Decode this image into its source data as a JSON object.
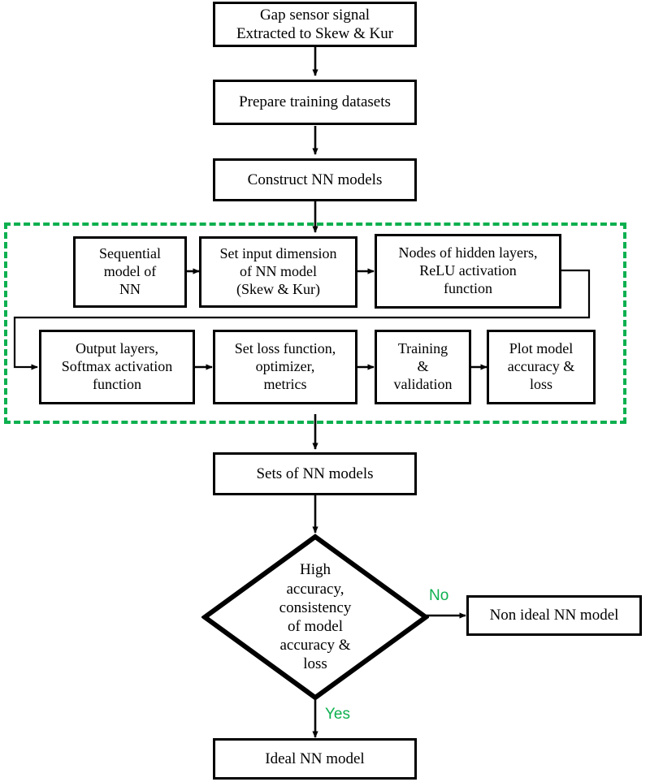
{
  "diagram": {
    "title": "Neural network model construction and evaluation flowchart",
    "colors": {
      "stroke": "#000000",
      "fill": "#ffffff",
      "group_dashed": "#0db04f",
      "edge_label": "#0db04f"
    },
    "nodes": {
      "gap_sensor": "Gap sensor signal\nExtracted to Skew & Kur",
      "prepare_datasets": "Prepare training datasets",
      "construct_models": "Construct NN models",
      "sequential_model": "Sequential\nmodel of\nNN",
      "set_input_dimension": "Set input dimension\nof NN model\n(Skew & Kur)",
      "hidden_layers": "Nodes of hidden layers,\nReLU activation\nfunction",
      "output_layers": "Output layers,\nSoftmax activation\nfunction",
      "set_loss_function": "Set loss function,\noptimizer,\nmetrics",
      "training_validation": "Training\n&\nvalidation",
      "plot_model": "Plot model\naccuracy &\nloss",
      "sets_of_models": "Sets of NN models",
      "decision": "High\naccuracy,\nconsistency\nof model\naccuracy &\nloss",
      "non_ideal_model": "Non ideal NN model",
      "ideal_model": "Ideal NN model"
    },
    "edge_labels": {
      "no": "No",
      "yes": "Yes"
    }
  }
}
